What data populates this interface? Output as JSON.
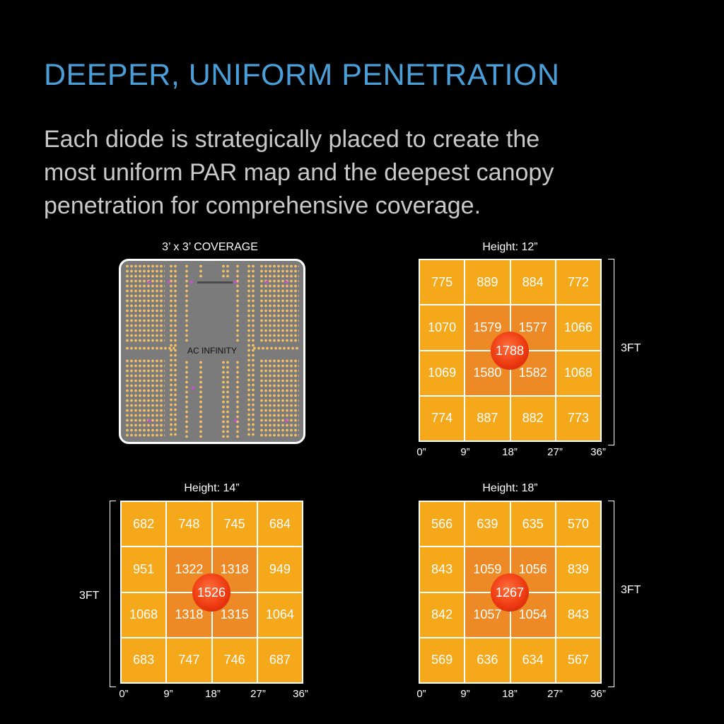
{
  "header": {
    "title": "DEEPER, UNIFORM PENETRATION",
    "desc_lines": [
      "Each diode is strategically placed to create the",
      "most uniform PAR map and the deepest canopy",
      "penetration for comprehensive coverage."
    ]
  },
  "board": {
    "caption": "3’ x 3’ COVERAGE",
    "brand": "AC INFINITY"
  },
  "axis_ticks": [
    "0”",
    "9”",
    "18”",
    "27”",
    "36”"
  ],
  "size_label": "3FT",
  "maps": [
    {
      "caption": "Height: 12”",
      "rows": [
        [
          "775",
          "889",
          "884",
          "772"
        ],
        [
          "1070",
          "1579",
          "1577",
          "1066"
        ],
        [
          "1069",
          "1580",
          "1582",
          "1068"
        ],
        [
          "774",
          "887",
          "882",
          "773"
        ]
      ],
      "peak": "1788"
    },
    {
      "caption": "Height: 14”",
      "rows": [
        [
          "682",
          "748",
          "745",
          "684"
        ],
        [
          "951",
          "1322",
          "1318",
          "949"
        ],
        [
          "1068",
          "1318",
          "1315",
          "1064"
        ],
        [
          "683",
          "747",
          "746",
          "687"
        ]
      ],
      "peak": "1526"
    },
    {
      "caption": "Height: 18”",
      "rows": [
        [
          "566",
          "639",
          "635",
          "570"
        ],
        [
          "843",
          "1059",
          "1056",
          "839"
        ],
        [
          "842",
          "1057",
          "1054",
          "843"
        ],
        [
          "569",
          "636",
          "634",
          "567"
        ]
      ],
      "peak": "1267"
    }
  ],
  "colors": {
    "title": "#4a9fd8",
    "cell_outer": "#f4a81a",
    "cell_inner": "#ee8a25",
    "peak": "#ee3b12"
  }
}
